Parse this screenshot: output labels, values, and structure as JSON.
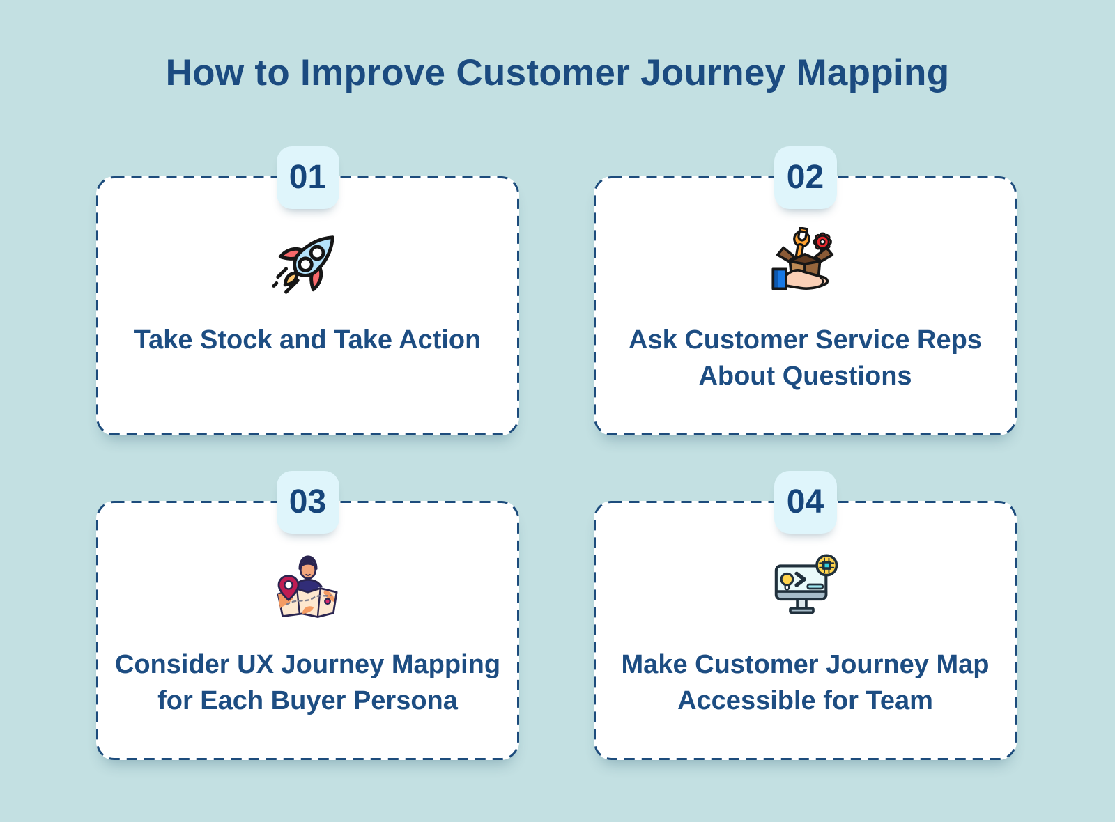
{
  "title": "How to Improve Customer Journey Mapping",
  "steps": [
    {
      "number": "01",
      "label": "Take Stock and Take Action",
      "icon": "rocket-icon"
    },
    {
      "number": "02",
      "label": "Ask Customer Service Reps\nAbout Questions",
      "icon": "toolbox-in-hand-icon"
    },
    {
      "number": "03",
      "label": "Consider UX Journey Mapping\nfor Each Buyer Persona",
      "icon": "buyer-persona-map-icon"
    },
    {
      "number": "04",
      "label": "Make Customer Journey Map\nAccessible for Team",
      "icon": "monitor-accessibility-icon"
    }
  ],
  "colors": {
    "bg": "#c3e0e2",
    "card": "#ffffff",
    "border": "#1d4c7c",
    "title": "#1b4b80",
    "text": "#1d4d82",
    "number": "#16457b",
    "badge": "#dff5fb"
  }
}
